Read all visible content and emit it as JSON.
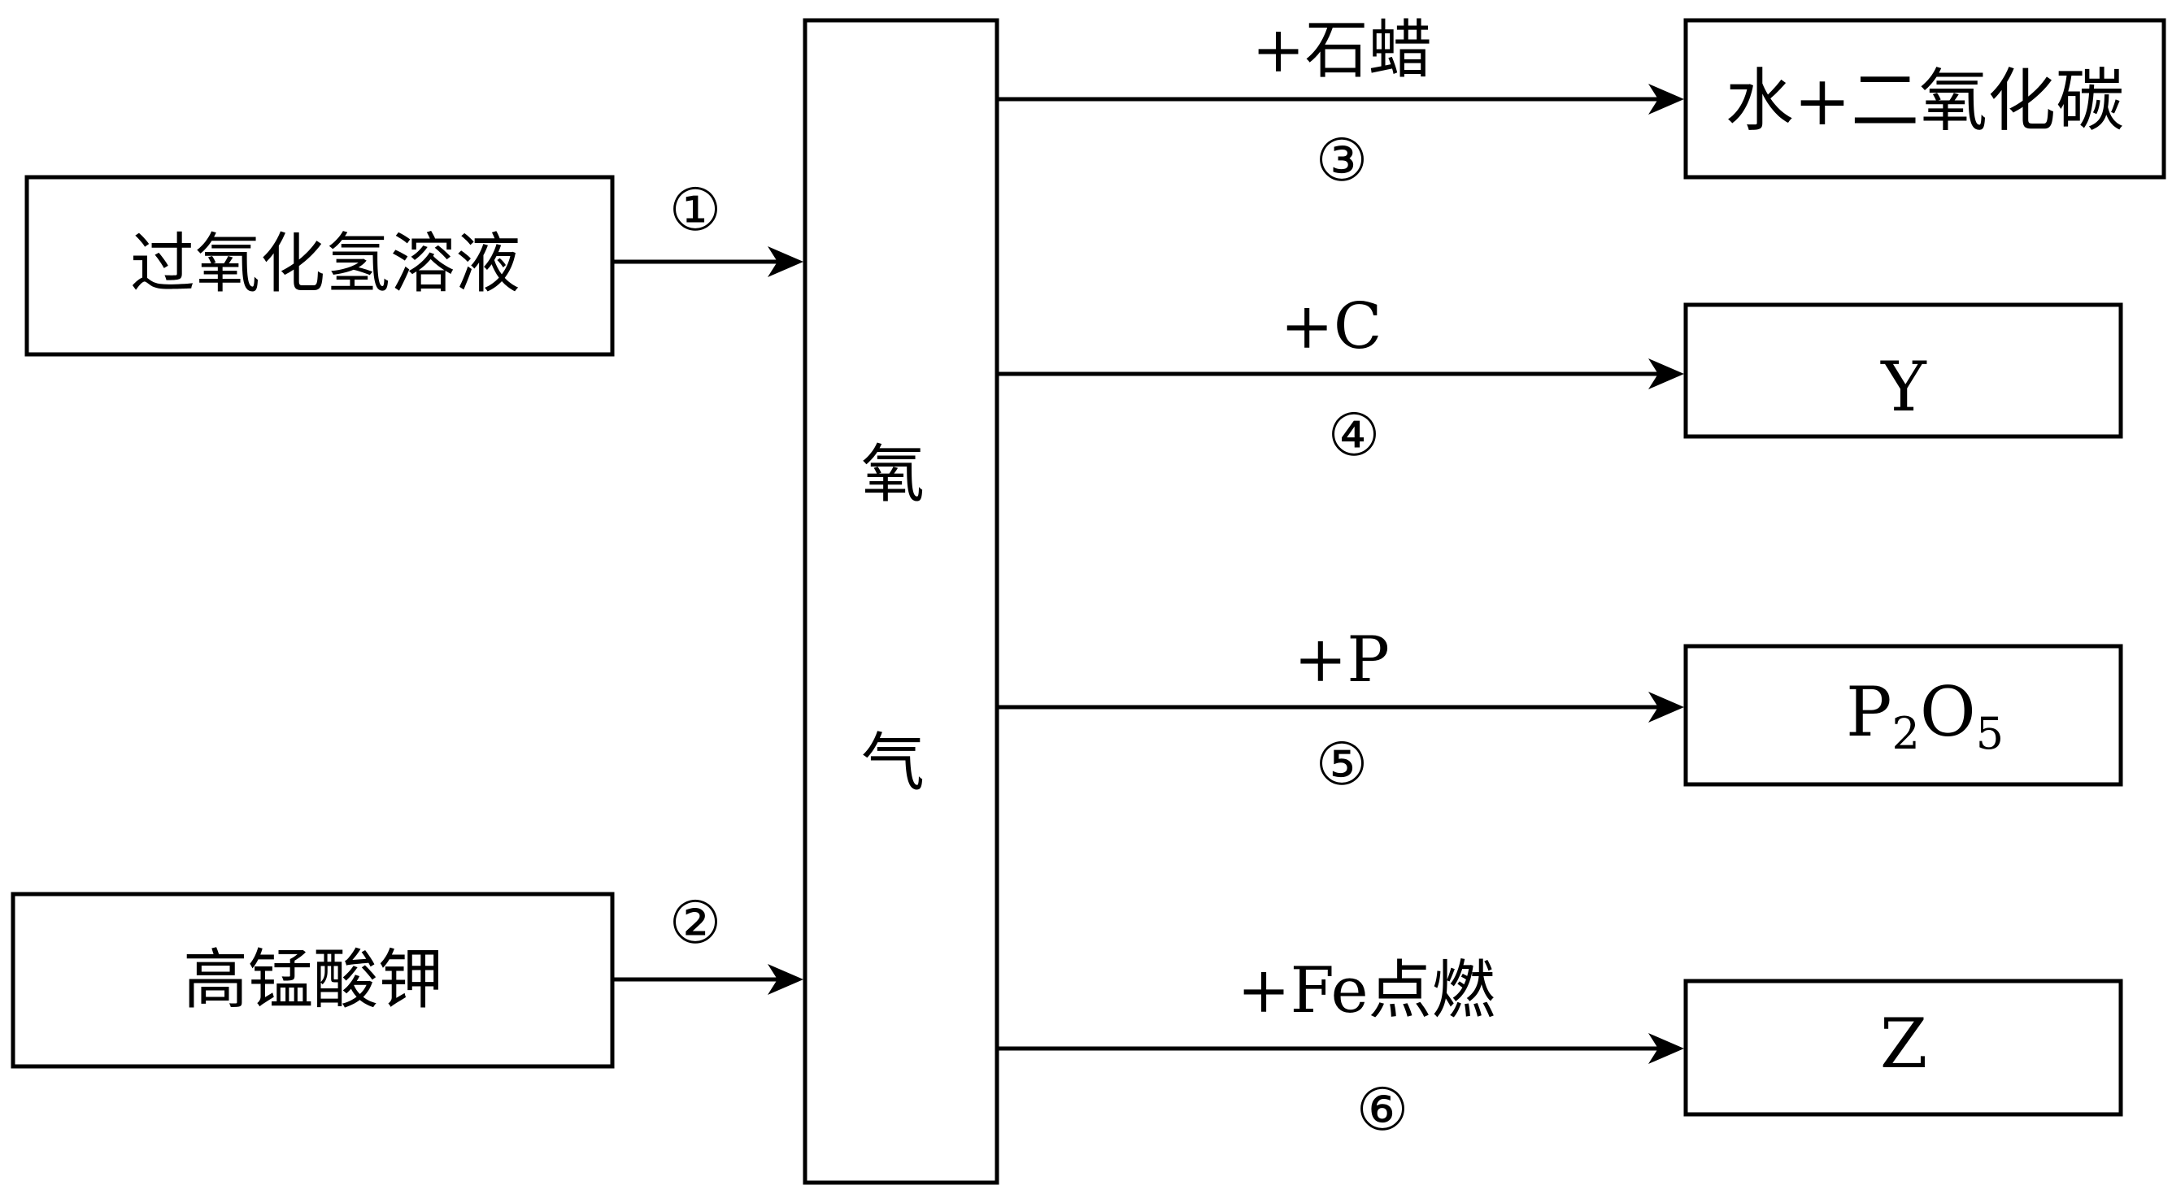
{
  "boxes": {
    "source_top": "过氧化氢溶液",
    "source_bottom": "高锰酸钾",
    "center_char_1": "氧",
    "center_char_2": "气",
    "product_1": "水+二氧化碳",
    "product_2": "Y",
    "product_3": {
      "part1": "P",
      "sub1": "2",
      "part2": "O",
      "sub2": "5"
    },
    "product_4": "Z"
  },
  "steps": {
    "s1": "①",
    "s2": "②",
    "s3": "③",
    "s4": "④",
    "s5": "⑤",
    "s6": "⑥"
  },
  "reagents": {
    "r3": "+石蜡",
    "r4": "+C",
    "r5": "+P",
    "r6": "+Fe点燃"
  },
  "colors": {
    "line": "#000000",
    "background": "#ffffff"
  }
}
